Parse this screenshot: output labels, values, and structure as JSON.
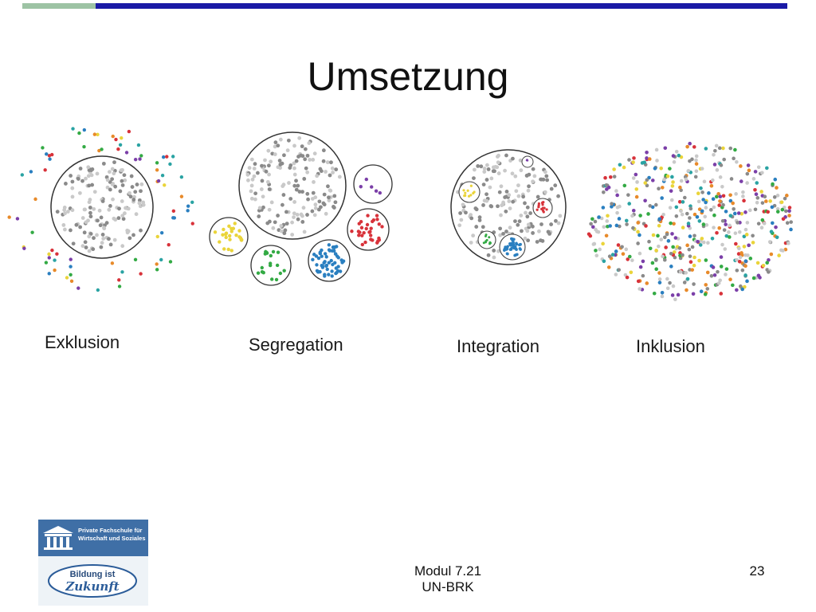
{
  "slide": {
    "title": "Umsetzung",
    "footer": {
      "module": "Modul 7.21",
      "subtitle": "UN-BRK",
      "page_number": "23"
    }
  },
  "colors": {
    "bar_light": "#9dc3a4",
    "bar_dark": "#1a1aa6",
    "dot_gray_dark": "#8a8a8a",
    "dot_gray_light": "#c9c9c9",
    "yellow": "#ead43a",
    "green": "#33aa44",
    "blue": "#2a7fc0",
    "red": "#d8323a",
    "purple": "#7b3fa8",
    "teal": "#2aa3a3",
    "orange": "#e88a2a"
  },
  "diagram": {
    "panels": [
      {
        "id": "exklusion",
        "label": "Exklusion"
      },
      {
        "id": "segregation",
        "label": "Segregation"
      },
      {
        "id": "integration",
        "label": "Integration"
      },
      {
        "id": "inklusion",
        "label": "Inklusion"
      }
    ]
  },
  "logo": {
    "school_name_line1": "Private Fachschule für",
    "school_name_line2": "Wirtschaft und Soziales",
    "slogan_line1": "Bildung ist",
    "slogan_line2": "Zukunft"
  }
}
